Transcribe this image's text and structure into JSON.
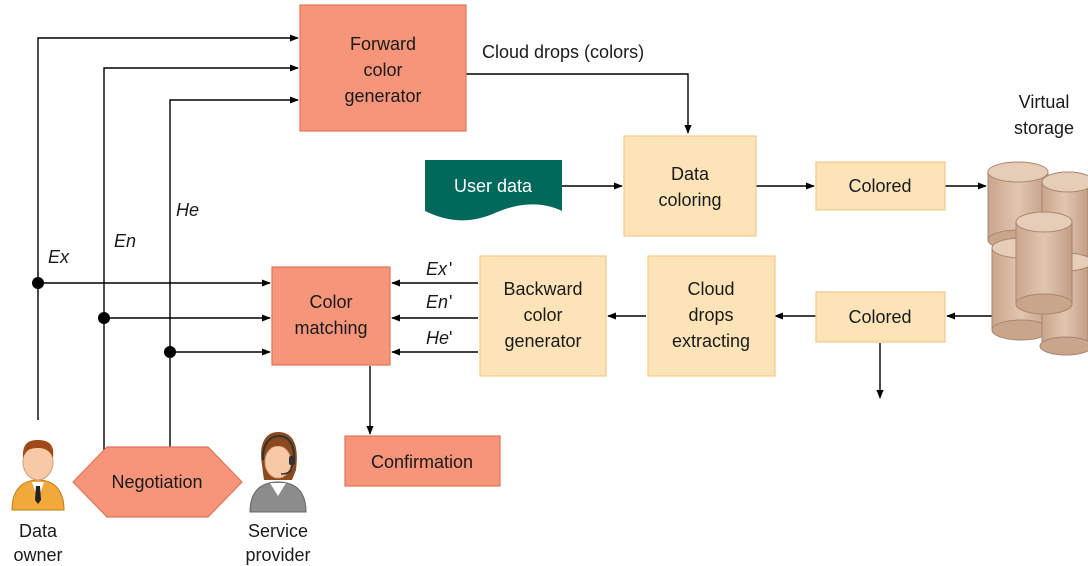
{
  "boxes": {
    "forward_color_generator": [
      "Forward",
      "color",
      "generator"
    ],
    "data_coloring": [
      "Data",
      "coloring"
    ],
    "colored_top": "Colored",
    "colored_bottom": "Colored",
    "color_matching": [
      "Color",
      "matching"
    ],
    "backward_color_generator": [
      "Backward",
      "color",
      "generator"
    ],
    "cloud_drops_extracting": [
      "Cloud",
      "drops",
      "extracting"
    ],
    "confirmation": "Confirmation",
    "user_data": "User data",
    "negotiation": "Negotiation"
  },
  "edge_labels": {
    "cloud_drops_colors": "Cloud drops (colors)",
    "ex": "Ex",
    "en": "En",
    "he": "He",
    "ex_prime": "Ex",
    "en_prime": "En",
    "he_prime": "He",
    "prime_mark": "'"
  },
  "actors": {
    "data_owner": [
      "Data",
      "owner"
    ],
    "service_provider": [
      "Service",
      "provider"
    ],
    "virtual_storage": [
      "Virtual",
      "storage"
    ]
  },
  "colors": {
    "salmon_box": "#f6957a",
    "cream_box": "#fde4b8",
    "user_data_shape": "#00695c",
    "storage_cylinders": "#d8b9a2",
    "owner_jacket": "#f2a93b",
    "provider_jacket": "#8c8c8c"
  },
  "icons": {
    "data_owner": "person-icon",
    "service_provider": "headset-person-icon",
    "virtual_storage": "database-cylinders-icon"
  }
}
